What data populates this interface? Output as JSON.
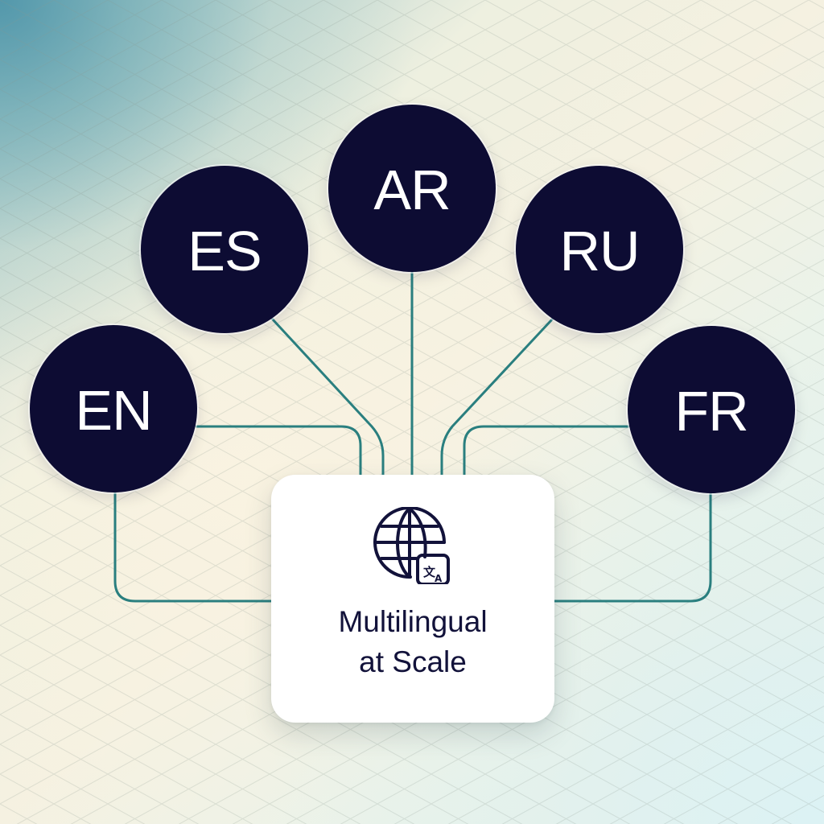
{
  "colors": {
    "node_fill": "#0d0c33",
    "node_text": "#ffffff",
    "connector": "#2a7f7f",
    "card_bg": "#ffffff",
    "card_text": "#12123a",
    "grid_line": "#cfd6cd"
  },
  "languages": [
    {
      "code": "EN",
      "label": "EN"
    },
    {
      "code": "ES",
      "label": "ES"
    },
    {
      "code": "AR",
      "label": "AR"
    },
    {
      "code": "RU",
      "label": "RU"
    },
    {
      "code": "FR",
      "label": "FR"
    }
  ],
  "hub": {
    "icon": "globe-translate-icon",
    "title_line1": "Multilingual",
    "title_line2": "at Scale"
  }
}
